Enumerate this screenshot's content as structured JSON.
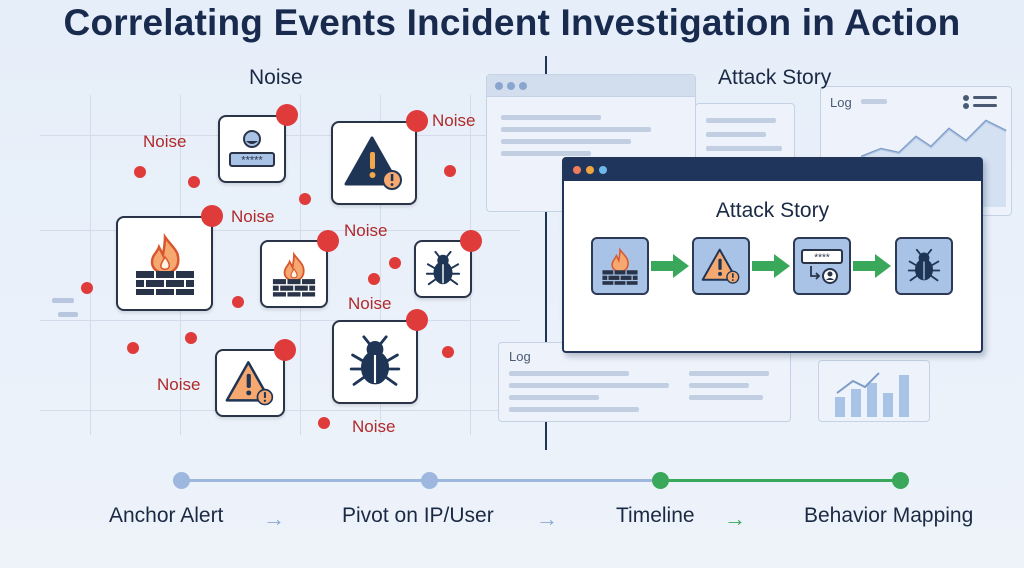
{
  "title": "Correlating Events Incident Investigation in Action",
  "noise_section": {
    "heading": "Noise",
    "noise_label": "Noise"
  },
  "story_section": {
    "heading": "Attack Story",
    "window_title": "Attack Story",
    "log_label": "Log",
    "password_mask": "*****",
    "password_mask_short": "****"
  },
  "steps": [
    {
      "label": "Anchor Alert"
    },
    {
      "label": "Pivot on IP/User"
    },
    {
      "label": "Timeline"
    },
    {
      "label": "Behavior Mapping"
    }
  ],
  "arrows": [
    "→",
    "→",
    "→"
  ],
  "colors": {
    "title": "#182a4e",
    "noise_red": "#df3b3b",
    "noise_text": "#b02a2a",
    "timeline_blue": "#9db7de",
    "timeline_green": "#3aa85a",
    "story_bar": "#1f355c",
    "story_tile": "#a8c3e6",
    "flow_arrow": "#3aa85a"
  },
  "icons": [
    "user-login-icon",
    "warning-icon",
    "firewall-icon",
    "bug-icon",
    "password-user-icon",
    "bar-chart-icon",
    "line-chart-icon"
  ]
}
